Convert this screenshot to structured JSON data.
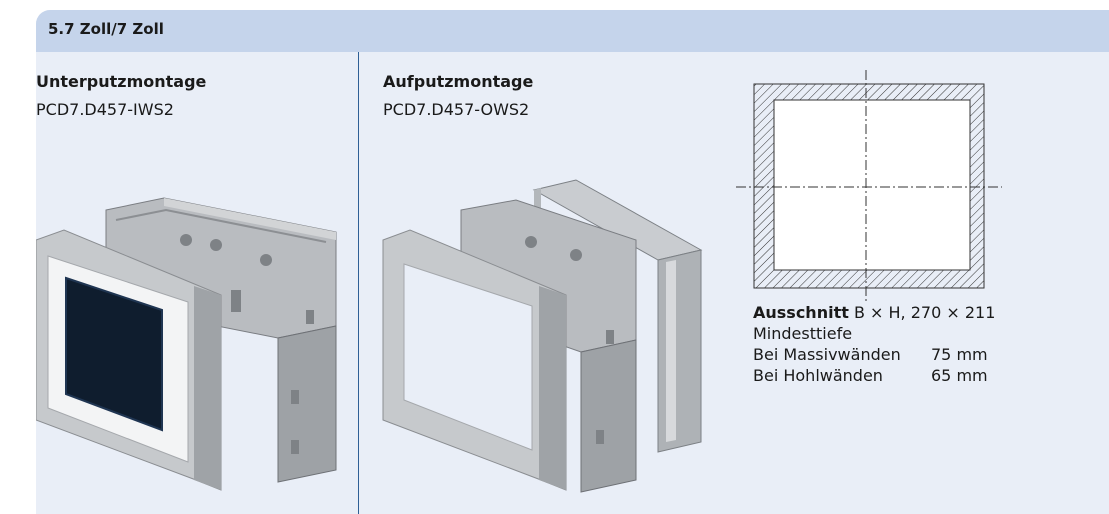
{
  "header": {
    "title": "5.7 Zoll/7 Zoll"
  },
  "left": {
    "title": "Unterputzmontage",
    "model": "PCD7.D457-IWS2"
  },
  "right": {
    "title": "Aufputzmontage",
    "model": "PCD7.D457-OWS2"
  },
  "specs": {
    "cutout_label": "Ausschnitt",
    "cutout_value": "B × H, 270 × 211",
    "depth_label": "Mindesttiefe",
    "solid_label": "Bei Massivwänden",
    "solid_value": "75 mm",
    "hollow_label": "Bei Hohlwänden",
    "hollow_value": "65 mm"
  },
  "colors": {
    "header_bg": "#c5d4eb",
    "panel_bg": "#e9eef7",
    "divider": "#2f5f95"
  }
}
